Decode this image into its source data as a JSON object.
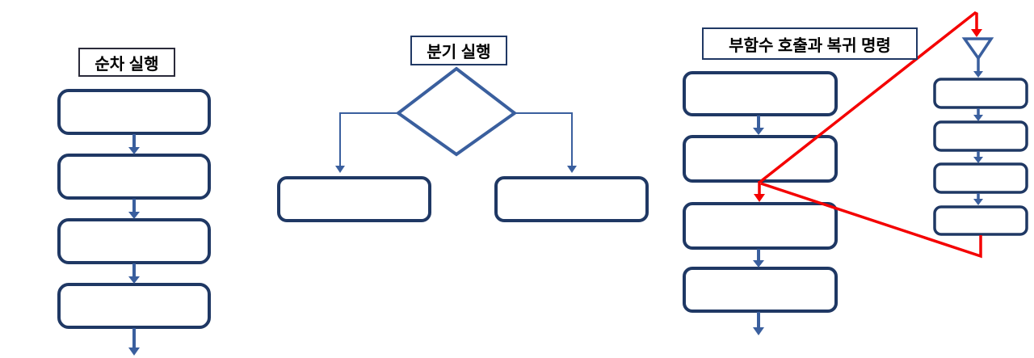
{
  "page": {
    "background": "#ffffff",
    "description_note": "three empty flowchart templates"
  },
  "colors": {
    "box_border": "#1f3864",
    "flow_arrow": "#3a5f9e",
    "connector": "#3a5f9e",
    "call_return_red": "#f40000",
    "title_border": "#203864",
    "title_text": "#000000",
    "box_fill": "#ffffff"
  },
  "diagrams": {
    "sequential": {
      "title": "순차 실행",
      "process_box_count": 4
    },
    "branch": {
      "title": "분기 실행",
      "decision_shape": "diamond",
      "branch_box_count": 2
    },
    "subroutine": {
      "title": "부함수 호출과 복귀 명령",
      "main_box_count": 4,
      "subroutine_box_count": 4,
      "entry_shape": "inverted-triangle"
    }
  }
}
